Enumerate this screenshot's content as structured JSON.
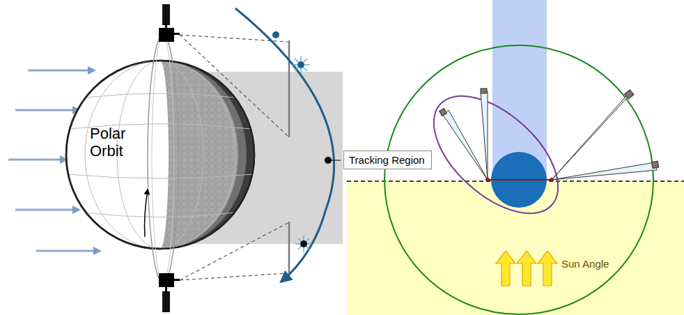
{
  "diagram": {
    "nodes": [
      {
        "text": [
          "Polar Orbit"
        ]
      },
      {
        "text": [
          "Tracking Region"
        ]
      }
    ],
    "labels": [
      "Sun Angle"
    ]
  }
}
